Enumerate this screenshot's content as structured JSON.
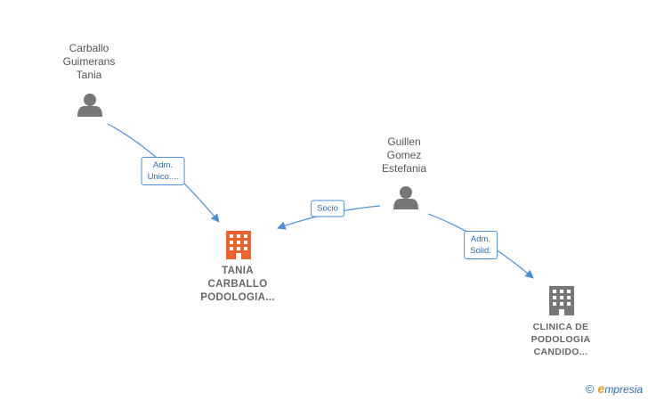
{
  "nodes": {
    "person_tania": {
      "lines": [
        "Carballo",
        "Guimerans",
        "Tania"
      ]
    },
    "person_estefania": {
      "lines": [
        "Guillen",
        "Gomez",
        "Estefania"
      ]
    },
    "company_tania": {
      "lines": [
        "TANIA",
        "CARBALLO",
        "PODOLOGIA..."
      ],
      "color": "#f0622d"
    },
    "company_clinica": {
      "lines": [
        "CLINICA DE",
        "PODOLOGIA",
        "CANDIDO..."
      ],
      "color": "#777777"
    }
  },
  "edges": {
    "adm_unico": {
      "lines": [
        "Adm.",
        "Unico...."
      ]
    },
    "socio": {
      "lines": [
        "Socio"
      ]
    },
    "adm_solid": {
      "lines": [
        "Adm.",
        "Solid."
      ]
    }
  },
  "colors": {
    "edge": "#4a90d9",
    "person": "#777777"
  },
  "brand": {
    "copyright": "©",
    "e": "e",
    "name": "mpresia"
  }
}
